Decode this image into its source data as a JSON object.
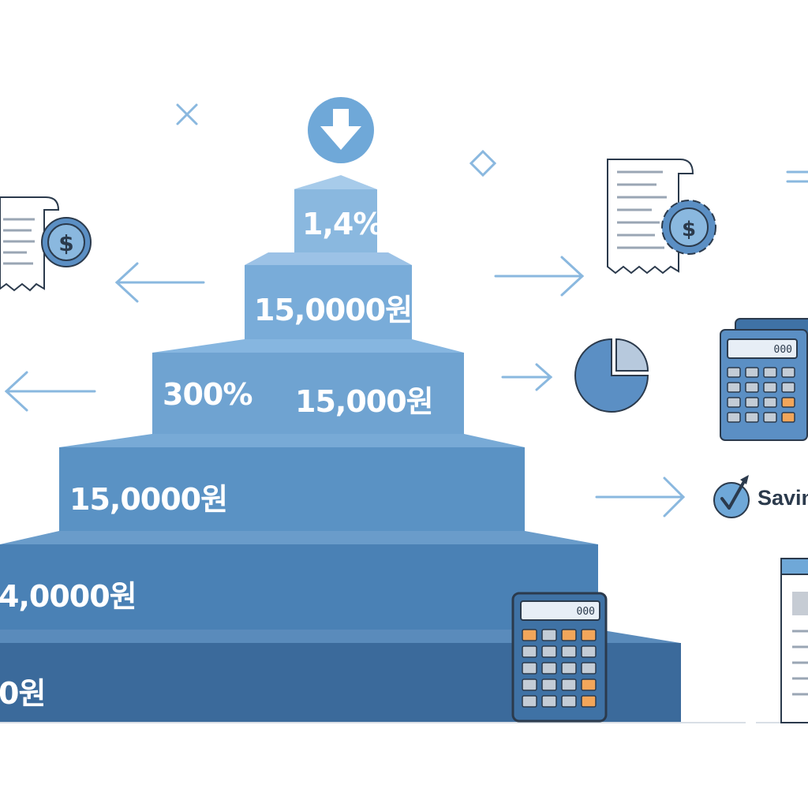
{
  "colors": {
    "tier_top": "#8ab8df",
    "tier_mid_light": "#6fa3d1",
    "tier_mid": "#5a92c4",
    "tier_base": "#3f72a5",
    "tier_bottom": "#33608f",
    "arrow": "#8ab8df",
    "icon_outline": "#2b3a4c",
    "coin": "#5b8fc4",
    "orange_key": "#f2a65a"
  },
  "tiers": [
    {
      "labels": [
        "1,4%"
      ]
    },
    {
      "labels": [
        "15,0000원"
      ]
    },
    {
      "labels": [
        "300%",
        "15,000원"
      ]
    },
    {
      "labels": [
        "15,0000원"
      ]
    },
    {
      "labels": [
        "4,0000원"
      ]
    },
    {
      "labels": [
        "0원"
      ]
    }
  ],
  "right_labels": {
    "savings": "Savin"
  },
  "calculator": {
    "display": "000"
  },
  "icons": [
    "download-arrow-icon",
    "receipt-dollar-icon",
    "receipt-gear-icon",
    "pie-chart-icon",
    "calculator-icon",
    "check-badge-icon",
    "document-icon",
    "sparkle-icon",
    "close-mark-icon"
  ]
}
